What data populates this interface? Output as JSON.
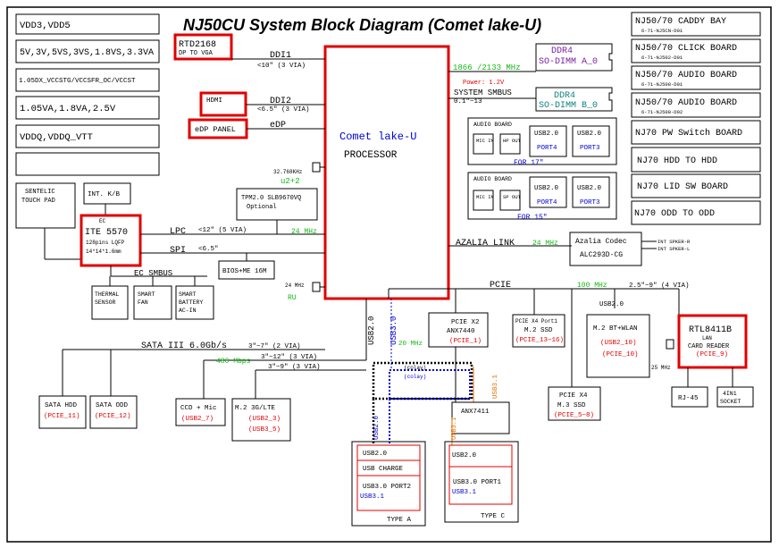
{
  "title": "NJ50CU System Block Diagram (Comet lake-U)",
  "power_rails": [
    "VDD3,VDD5",
    "5V,3V,5VS,3VS,1.8VS,3.3VA",
    "1.05DX_VCCSTG/VCCSFR_OC/VCCST",
    "1.05VA,1.8VA,2.5V",
    "VDDQ,VDDQ_VTT"
  ],
  "boards": [
    {
      "name": "NJ50/70 CADDY BAY",
      "pn": "6-71-NJ5CN-D01"
    },
    {
      "name": "NJ50/70 CLICK BOARD",
      "pn": "6-71-NJ502-D01"
    },
    {
      "name": "NJ50/70 AUDIO BOARD",
      "pn": "6-71-NJ508-D01"
    },
    {
      "name": "NJ50/70 AUDIO BOARD",
      "pn": "6-71-NJ508-D02"
    },
    {
      "name": "NJ70 PW Switch BOARD",
      "pn": ""
    },
    {
      "name": "NJ70 HDD TO HDD",
      "pn": ""
    },
    {
      "name": "NJ70 LID SW BOARD",
      "pn": ""
    },
    {
      "name": "NJ70 ODD TO ODD",
      "pn": ""
    }
  ],
  "cpu": {
    "name": "Comet lake-U",
    "sub": "PROCESSOR"
  },
  "video": {
    "rtd": "RTD2168",
    "rtd_sub": "DP TO VGA",
    "ddi1": "DDI1",
    "ddi1_len": "<10\" (3 VIA)",
    "hdmi": "HDMI",
    "ddi2": "DDI2",
    "ddi2_len": "<6.5\" (3 VIA)",
    "edp_panel": "eDP PANEL",
    "edp": "eDP"
  },
  "memory": {
    "freq": "1866 /2133 MHz",
    "power": "Power: 1.2V",
    "smbus": "SYSTEM SMBUS",
    "smbus_range": "0.1\"~13",
    "dimm_a": "DDR4",
    "dimm_a_sub": "SO-DIMM A_0",
    "dimm_b": "DDR4",
    "dimm_b_sub": "SO-DIMM B_0"
  },
  "audio17": {
    "board": "AUDIO BOARD",
    "mic": "MIC IN",
    "hp": "HP OUT",
    "usb_a": "USB2.0",
    "port_a": "PORT4",
    "usb_b": "USB2.0",
    "port_b": "PORT3",
    "label": "FOR 17\""
  },
  "audio15": {
    "board": "AUDIO BOARD",
    "mic": "MIC IN",
    "sp": "SP OUT",
    "usb_a": "USB2.0",
    "port_a": "PORT4",
    "usb_b": "USB2.0",
    "port_b": "PORT3",
    "label": "FOR 15\""
  },
  "clock": {
    "xtal": "32.768KHz",
    "u22": "u2+2",
    "lpc_mhz": "24 MHz",
    "cpu24": "24 MHz",
    "ru": "RU"
  },
  "ec": {
    "sentelic": "SENTELIC TOUCH PAD",
    "kb": "INT. K/B",
    "ec": "EC",
    "ite": "ITE 5570",
    "pkg1": "128pins LQFP",
    "pkg2": "14*14*1.6mm",
    "lpc": "LPC",
    "lpc_len": "<12\" (5 VIA)",
    "spi": "SPI",
    "spi_len": "<6.5\"",
    "tpm": "TPM2.0 SLB9670VQ",
    "tpm_opt": "Optional",
    "bios": "BIOS+ME 16M",
    "ec_smbus": "EC_SMBUS",
    "thermal": "THERMAL SENSOR",
    "fan": "SMART FAN",
    "battery": "SMART BATTERY AC-IN"
  },
  "azalia": {
    "link": "AZALIA LINK",
    "mhz": "24 MHz",
    "codec": "Azalia Codec",
    "codec_pn": "ALC293D-CG",
    "spk_r": "INT SPKER-R",
    "spk_l": "INT SPKER-L"
  },
  "pcie": {
    "label": "PCIE",
    "mhz": "100 MHz",
    "len": "2.5\"~9\" (4 VIA)",
    "x2": "PCIE X2",
    "x2_chip": "ANX7440",
    "x2_port": "(PCIE_1)",
    "x2_mhz": "20 MHz",
    "ssd": "PCIE X4 Port1",
    "ssd_sub": "M.2 SSD",
    "ssd_port": "(PCIE_13~16)",
    "wlan_usb": "USB2.0",
    "wlan": "M.2 BT+WLAN",
    "wlan_p1": "(USB2_10)",
    "wlan_p2": "(PCIE_10)",
    "rtl": "RTL8411B",
    "rtl_lan": "LAN",
    "rtl_card": "CARD READER",
    "rtl_port": "(PCIE_9)",
    "rtl_mhz": "25 MHz",
    "rj45": "RJ-45",
    "socket": "4IN1 SOCKET",
    "x4": "PCIE X4",
    "x4_sub": "M.3 SSD",
    "x4_port": "(PCIE_5~8)"
  },
  "sata": {
    "label": "SATA III 6.0Gb/s",
    "len": "3\"~7\" (2 VIA)",
    "hdd": "SATA HDD",
    "hdd_port": "(PCIE_11)",
    "odd": "SATA ODD",
    "odd_port": "(PCIE_12)"
  },
  "usb": {
    "usb20": "USB2.0",
    "usb30": "USB3.0",
    "mbps": "480 Mbps",
    "len1": "3\"~12\" (3 VIA)",
    "len2": "3\"~9\" (3 VIA)",
    "colay1": "(colay)",
    "colay2": "(colay)",
    "ccd": "CCD + Mic",
    "ccd_port": "(USB2_7)",
    "lte": "M.2 3G/LTE",
    "lte_p1": "(USB2_3)",
    "lte_p2": "(USB3_5)",
    "anx": "ANX7411",
    "usb30_side": "USB3.1",
    "usb30_side2": "USB3.1",
    "usb20_side": "USB2.0",
    "typea_usb": "USB2.0",
    "typea_charge": "USB CHARGE",
    "typea_port": "USB3.0 PORT2",
    "typea_31": "USB3.1",
    "typea": "TYPE A",
    "typec_usb": "USB2.0",
    "typec_port": "USB3.0 PORT1",
    "typec_31": "USB3.1",
    "typec": "TYPE C"
  },
  "colors": {
    "red": "#e00000",
    "green": "#14b814",
    "blue": "#0000d0",
    "orange": "#e07000"
  }
}
